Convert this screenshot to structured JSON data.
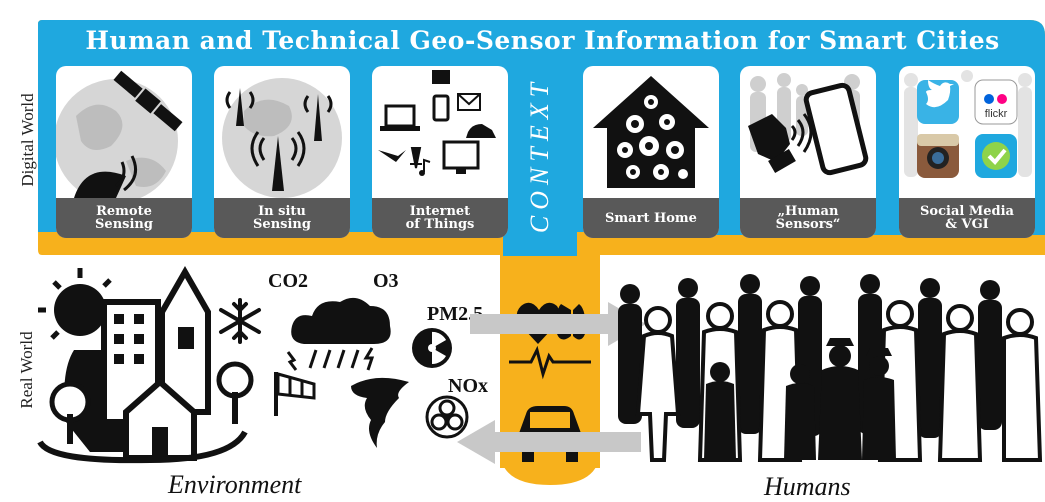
{
  "title": "Human and Technical Geo-Sensor Information for Smart Cities",
  "context_label": "CONTEXT",
  "rows": {
    "digital": "Digital World",
    "real": "Real World"
  },
  "cards": [
    {
      "label": "Remote\nSensing"
    },
    {
      "label": "In situ\nSensing"
    },
    {
      "label": "Internet\nof Things"
    },
    {
      "label": "Smart Home"
    },
    {
      "label": "„Human\nSensors“"
    },
    {
      "label": "Social Media\n& VGI"
    }
  ],
  "social_logos": {
    "flickr": "flickr"
  },
  "pollutants": {
    "co2": "CO2",
    "o3": "O3",
    "pm25": "PM2.5",
    "nox": "NOx"
  },
  "captions": {
    "environment": "Environment",
    "humans": "Humans"
  },
  "colors": {
    "blue": "#1fa8df",
    "orange": "#f7b11c",
    "label_gray": "#595959",
    "arrow_gray": "#c8c8c8"
  }
}
